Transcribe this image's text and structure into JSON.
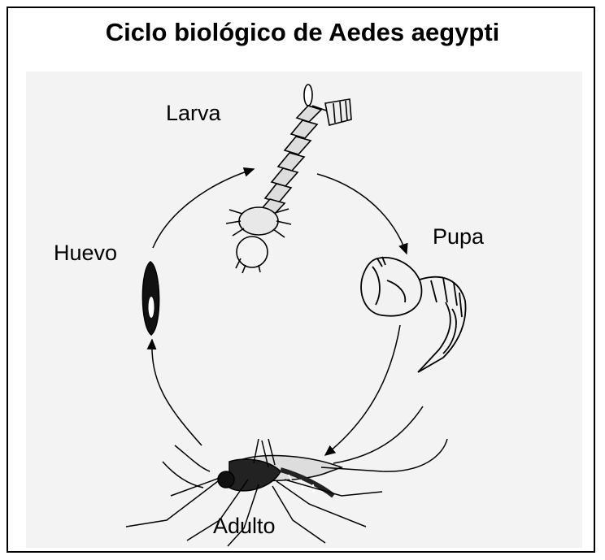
{
  "diagram": {
    "title": "Ciclo biológico de Aedes aegypti",
    "stages": {
      "egg": "Huevo",
      "larva": "Larva",
      "pupa": "Pupa",
      "adult": "Adulto"
    }
  },
  "colors": {
    "ink": "#000000",
    "panel": "#f3f3f3"
  }
}
